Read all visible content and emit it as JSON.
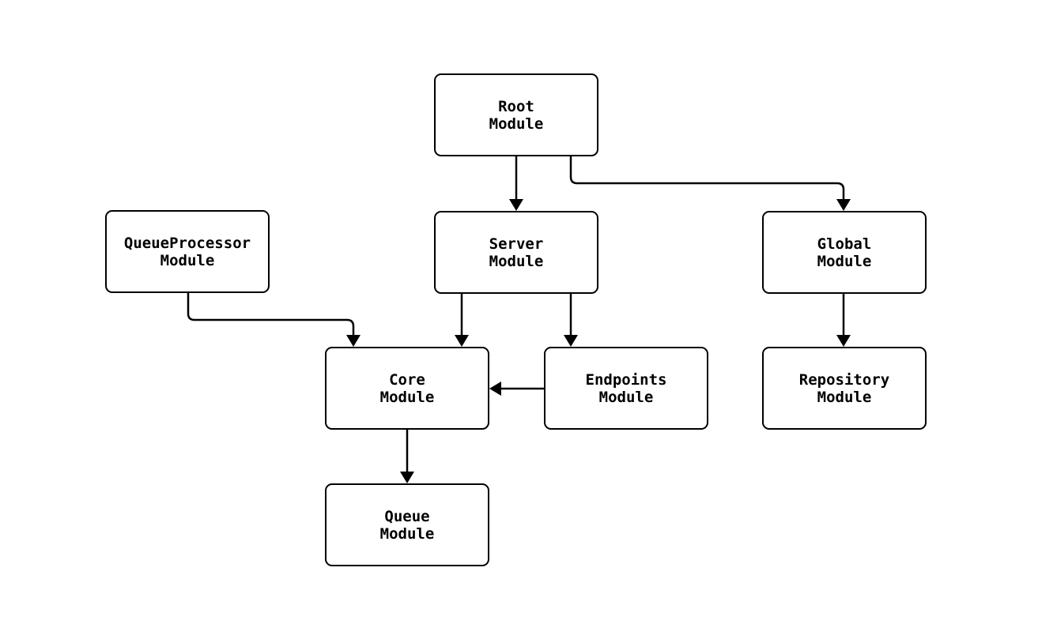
{
  "diagram": {
    "type": "flowchart",
    "background_color": "#ffffff",
    "node_fill_color": "#ffffff",
    "line_color": "#000000",
    "nodes": {
      "root": {
        "line1": "Root",
        "line2": "Module"
      },
      "queue_processor": {
        "line1": "QueueProcessor",
        "line2": "Module"
      },
      "server": {
        "line1": "Server",
        "line2": "Module"
      },
      "global": {
        "line1": "Global",
        "line2": "Module"
      },
      "core": {
        "line1": "Core",
        "line2": "Module"
      },
      "endpoints": {
        "line1": "Endpoints",
        "line2": "Module"
      },
      "repository": {
        "line1": "Repository",
        "line2": "Module"
      },
      "queue": {
        "line1": "Queue",
        "line2": "Module"
      }
    },
    "edges": [
      {
        "from": "Root Module",
        "to": "Server Module"
      },
      {
        "from": "Root Module",
        "to": "Global Module"
      },
      {
        "from": "QueueProcessor Module",
        "to": "Core Module"
      },
      {
        "from": "Server Module",
        "to": "Core Module"
      },
      {
        "from": "Server Module",
        "to": "Endpoints Module"
      },
      {
        "from": "Endpoints Module",
        "to": "Core Module"
      },
      {
        "from": "Global Module",
        "to": "Repository Module"
      },
      {
        "from": "Core Module",
        "to": "Queue Module"
      }
    ]
  }
}
